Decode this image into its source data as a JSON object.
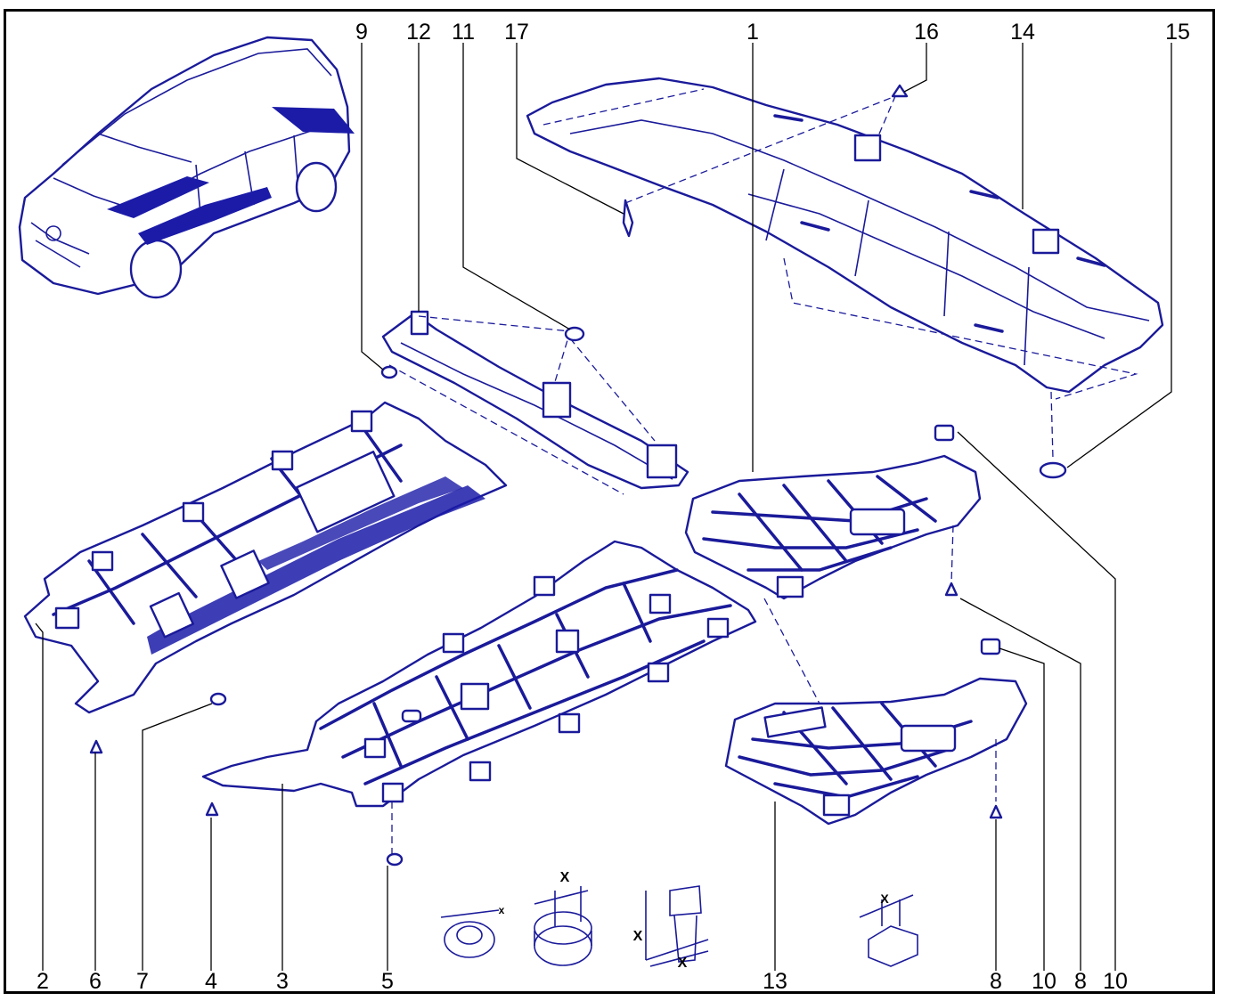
{
  "diagram": {
    "labels": {
      "top": [
        "9",
        "12",
        "11",
        "17",
        "1",
        "16",
        "14",
        "15"
      ],
      "bottom": [
        "2",
        "6",
        "7",
        "4",
        "3",
        "5",
        "13",
        "8",
        "10",
        "8",
        "10"
      ],
      "dimension_marks": [
        "x",
        "X",
        "X",
        "X",
        "X"
      ]
    },
    "colors": {
      "line": "#1a1a9a",
      "fill": "#1b1ba8",
      "frame": "#000000"
    },
    "icons": [
      "car-icon",
      "fastener-icon"
    ]
  }
}
